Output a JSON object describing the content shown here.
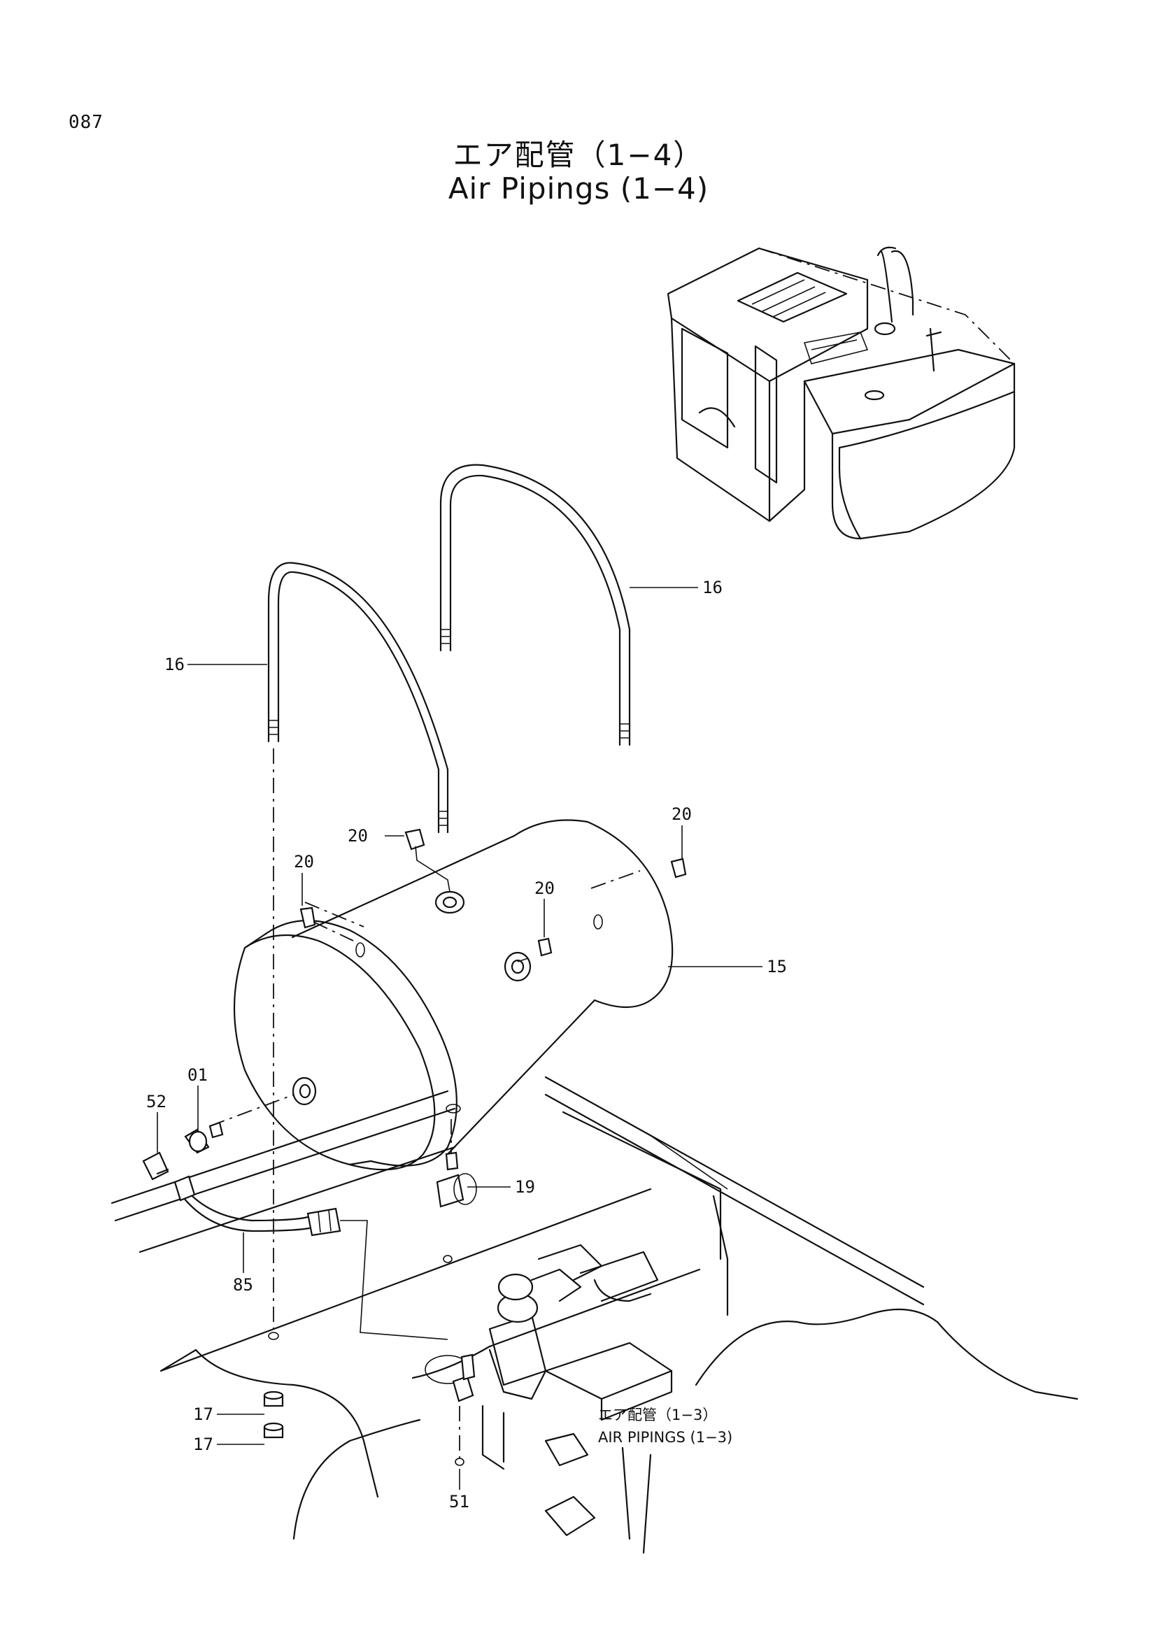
{
  "page": {
    "number": "087",
    "title_jp": "エア配管（1−4）",
    "title_en": "Air Pipings (1−4)"
  },
  "callouts": [
    {
      "id": "c16a",
      "text": "16"
    },
    {
      "id": "c16b",
      "text": "16"
    },
    {
      "id": "c20a",
      "text": "20"
    },
    {
      "id": "c20b",
      "text": "20"
    },
    {
      "id": "c20c",
      "text": "20"
    },
    {
      "id": "c20d",
      "text": "20"
    },
    {
      "id": "c15",
      "text": "15"
    },
    {
      "id": "c01",
      "text": "01"
    },
    {
      "id": "c52",
      "text": "52"
    },
    {
      "id": "c19",
      "text": "19"
    },
    {
      "id": "c85",
      "text": "85"
    },
    {
      "id": "c17a",
      "text": "17"
    },
    {
      "id": "c17b",
      "text": "17"
    },
    {
      "id": "c51",
      "text": "51"
    }
  ],
  "reference": {
    "jp": "エア配管（1−3）",
    "en": "AIR PIPINGS (1−3)"
  }
}
